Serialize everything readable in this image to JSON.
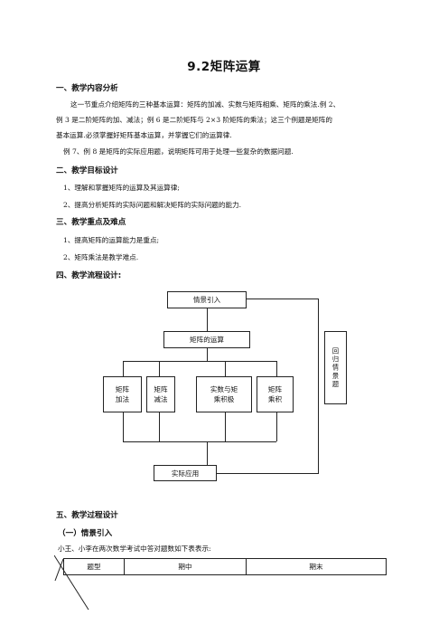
{
  "title": "9.2矩阵运算",
  "sections": {
    "s1": {
      "heading": "一、教学内容分析",
      "lines": [
        "这一节重点介绍矩阵的三种基本运算：矩阵的加减、实数与矩阵相乘、矩阵的乘法.例 2、",
        "例 3 是二阶矩阵的加、减法；例 6 是二阶矩阵与 2×3 阶矩阵的乘法；这三个例题是矩阵的",
        "基本运算.必须掌握好矩阵基本运算，并掌握它们的运算律.",
        "例 7、例 8 是矩阵的实际应用题，说明矩阵可用于处理一些复杂的数据问题."
      ]
    },
    "s2": {
      "heading": "二、教学目标设计",
      "lines": [
        "1、理解和掌握矩阵的运算及其运算律;",
        "2、提高分析矩阵的实际问题和解决矩阵的实际问题的能力."
      ]
    },
    "s3": {
      "heading": "三、教学重点及难点",
      "lines": [
        "1、提高矩阵的运算能力是重点;",
        "2、矩阵乘法是教学难点."
      ]
    },
    "s4": {
      "heading": "四、教学流程设计:"
    },
    "s5": {
      "heading": "五、教学过程设计",
      "sub": "（一）情景引入",
      "intro": "小王、小李在两次数学考试中答对题数如下表表示:"
    }
  },
  "flow": {
    "start": "情景引入",
    "matrix_ops": "矩阵的运算",
    "ops": [
      [
        "矩阵",
        "加法"
      ],
      [
        "矩阵",
        "减法"
      ],
      [
        "实数与矩",
        "乘积极"
      ],
      [
        "矩阵",
        "乘积"
      ]
    ],
    "end": "实际应用",
    "loop": "回归情景题"
  },
  "table": {
    "headers": [
      "题型",
      "期中",
      "期末"
    ]
  }
}
